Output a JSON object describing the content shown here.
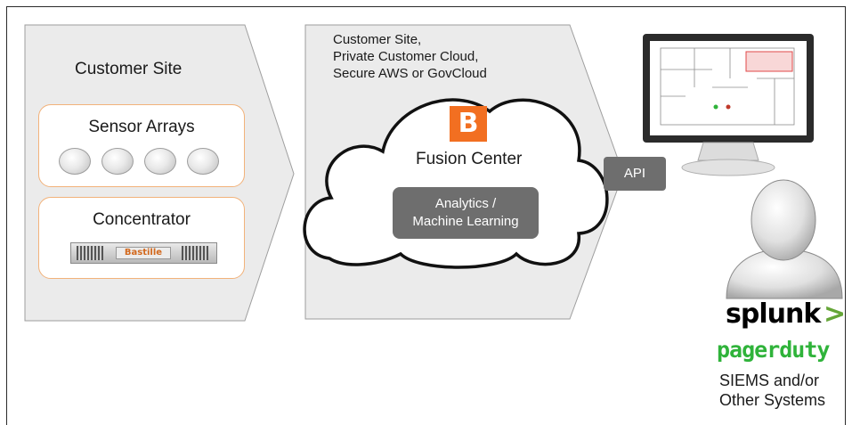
{
  "left_panel": {
    "title": "Customer Site",
    "sensor_card_title": "Sensor Arrays",
    "concentrator_title": "Concentrator",
    "concentrator_brand": "Bastille"
  },
  "cloud_panel": {
    "heading": "Customer Site,\nPrivate Customer Cloud,\nSecure AWS or GovCloud",
    "logo_letter": "B",
    "fusion_center": "Fusion Center",
    "analytics_box": "Analytics /\nMachine Learning"
  },
  "api_label": "API",
  "integrations": {
    "splunk": "splunk",
    "splunk_mark": ">",
    "pagerduty": "pagerduty",
    "systems_label": "SIEMS and/or\nOther Systems"
  },
  "colors": {
    "panel_gray": "#ebebeb",
    "card_border": "#f2b27a",
    "logo_orange": "#f26f21",
    "box_gray": "#6e6e6e",
    "splunk_green": "#65a637",
    "pagerduty_green": "#2fb33a"
  },
  "icons": [
    "sensor-icon",
    "server-icon",
    "monitor-icon",
    "user-icon"
  ]
}
